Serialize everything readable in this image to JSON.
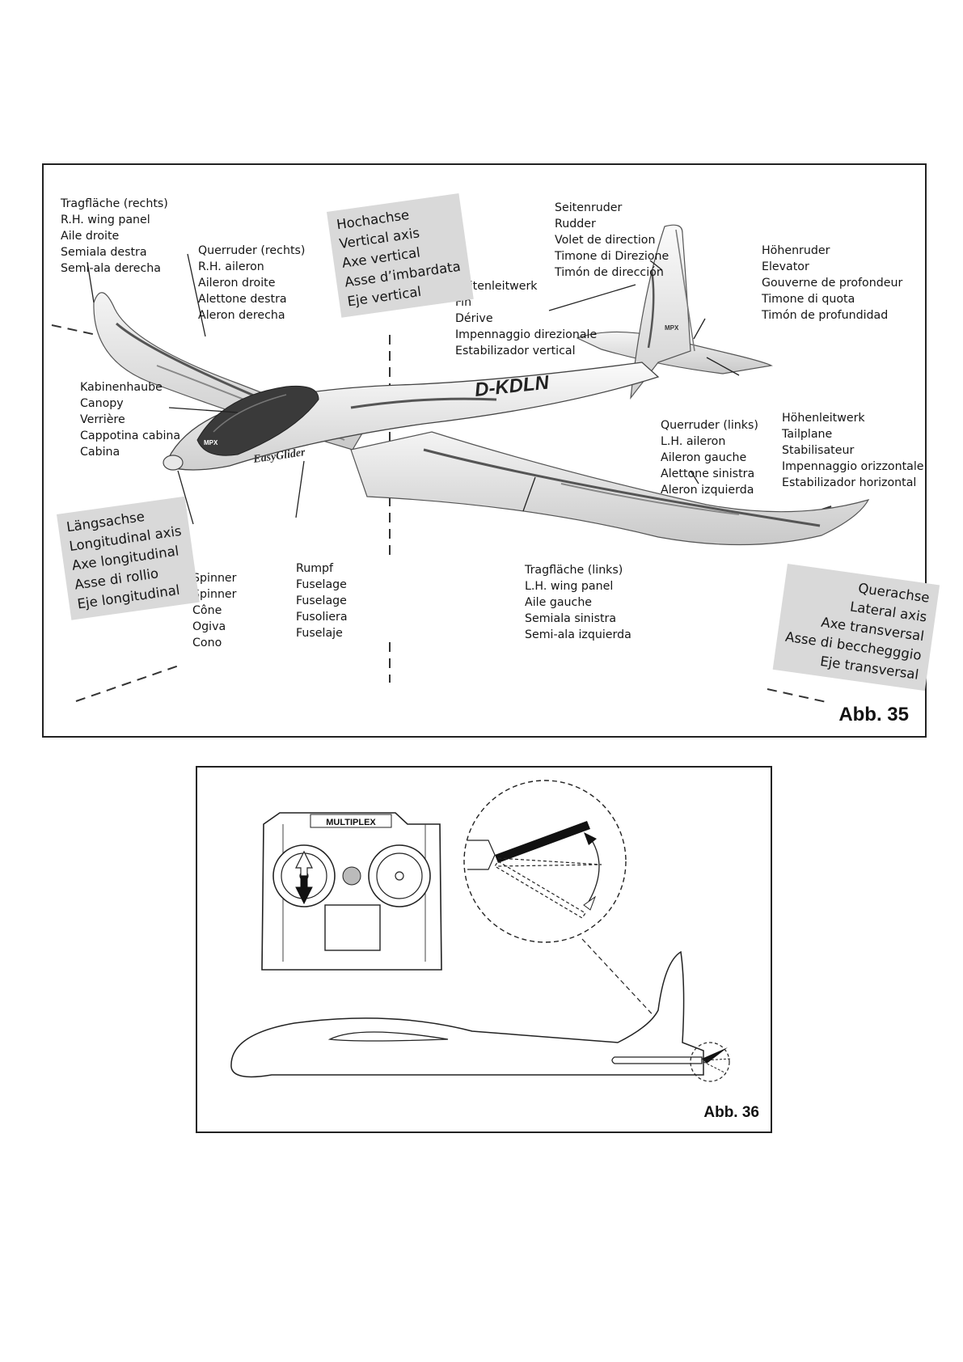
{
  "figure35": {
    "figure_label": "Abb. 35",
    "registration": "D-KDLN",
    "model_logo": "EasyGlider",
    "canopy_logo": "MPX",
    "fin_logo": "MPX",
    "labels": {
      "wing_right": [
        "Tragfläche (rechts)",
        "R.H. wing panel",
        "Aile droite",
        "Semiala destra",
        "Semi-ala derecha"
      ],
      "aileron_right": [
        "Querruder (rechts)",
        "R.H. aileron",
        "Aileron droite",
        "Alettone destra",
        "Aleron derecha"
      ],
      "rudder": [
        "Seitenruder",
        "Rudder",
        "Volet de direction",
        "Timone di Direzione",
        "Timón de dirección"
      ],
      "fin": [
        "Seitenleitwerk",
        "Fin",
        "Dérive",
        "Impennaggio direzionale",
        "Estabilizador vertical"
      ],
      "elevator": [
        "Höhenruder",
        "Elevator",
        "Gouverne de profondeur",
        "Timone di quota",
        "Timón de profundidad"
      ],
      "canopy": [
        "Kabinenhaube",
        "Canopy",
        "Verrière",
        "Cappotina cabina",
        "Cabina"
      ],
      "aileron_left": [
        "Querruder (links)",
        "L.H. aileron",
        "Aileron gauche",
        "Alettone sinistra",
        "Aleron izquierda"
      ],
      "tailplane": [
        "Höhenleitwerk",
        "Tailplane",
        "Stabilisateur",
        "Impennaggio orizzontale",
        "Estabilizador horizontal"
      ],
      "spinner": [
        "Spinner",
        "Spinner",
        "Cône",
        "Ogiva",
        "Cono"
      ],
      "fuselage": [
        "Rumpf",
        "Fuselage",
        "Fuselage",
        "Fusoliera",
        "Fuselaje"
      ],
      "wing_left": [
        "Tragfläche (links)",
        "L.H. wing panel",
        "Aile gauche",
        "Semiala sinistra",
        "Semi-ala izquierda"
      ]
    },
    "axes": {
      "vertical": [
        "Hochachse",
        "Vertical axis",
        "Axe vertical",
        "Asse d’imbardata",
        "Eje vertical"
      ],
      "longitudinal": [
        "Längsachse",
        "Longitudinal axis",
        "Axe longitudinal",
        "Asse di rollio",
        "Eje longitudinal"
      ],
      "lateral": [
        "Querachse",
        "Lateral axis",
        "Axe transversal",
        "Asse di becchegggio",
        "Eje transversal"
      ]
    }
  },
  "figure36": {
    "figure_label": "Abb. 36",
    "transmitter_brand": "MULTIPLEX"
  }
}
